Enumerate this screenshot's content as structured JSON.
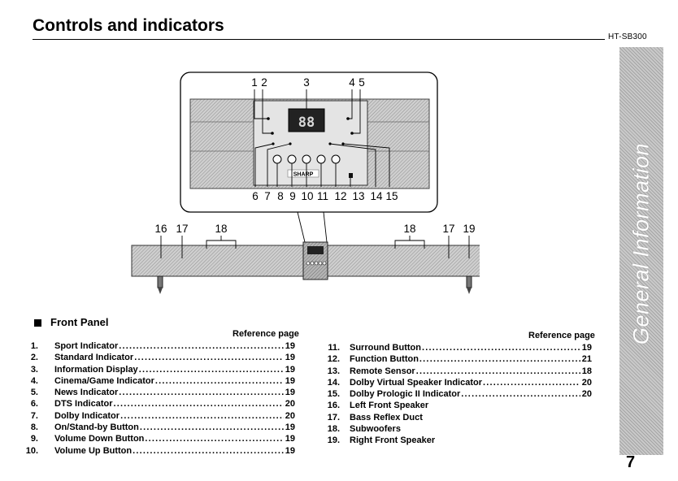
{
  "header": {
    "title": "Controls and indicators",
    "model": "HT-SB300"
  },
  "side_tab": {
    "label": "General Information"
  },
  "page_number": "7",
  "diagram": {
    "callouts_top": [
      "1",
      "2",
      "3",
      "4",
      "5"
    ],
    "callouts_bottom": [
      "6",
      "7",
      "8",
      "9",
      "10",
      "11",
      "12",
      "13",
      "14",
      "15"
    ],
    "callouts_bar": [
      "16",
      "17",
      "18",
      "18",
      "17",
      "19"
    ],
    "display_digits": "88",
    "brand": "SHARP"
  },
  "front_panel": {
    "heading": "Front Panel",
    "reference_header": "Reference page",
    "items_left": [
      {
        "num": "1.",
        "label": "Sport Indicator",
        "page": "19"
      },
      {
        "num": "2.",
        "label": "Standard Indicator",
        "page": "19"
      },
      {
        "num": "3.",
        "label": "Information Display",
        "page": "19"
      },
      {
        "num": "4.",
        "label": "Cinema/Game Indicator",
        "page": "19"
      },
      {
        "num": "5.",
        "label": "News Indicator",
        "page": "19"
      },
      {
        "num": "6.",
        "label": "DTS Indicator",
        "page": "20"
      },
      {
        "num": "7.",
        "label": "Dolby Indicator",
        "page": "20"
      },
      {
        "num": "8.",
        "label": "On/Stand-by Button",
        "page": "19"
      },
      {
        "num": "9.",
        "label": "Volume Down Button",
        "page": "19"
      },
      {
        "num": "10.",
        "label": "Volume Up Button",
        "page": "19"
      }
    ],
    "items_right": [
      {
        "num": "11.",
        "label": "Surround Button",
        "page": "19"
      },
      {
        "num": "12.",
        "label": "Function Button",
        "page": "21"
      },
      {
        "num": "13.",
        "label": "Remote Sensor",
        "page": "18"
      },
      {
        "num": "14.",
        "label": "Dolby Virtual Speaker Indicator",
        "page": "20"
      },
      {
        "num": "15.",
        "label": "Dolby Prologic II Indicator",
        "page": "20"
      },
      {
        "num": "16.",
        "label": "Left Front Speaker",
        "page": ""
      },
      {
        "num": "17.",
        "label": "Bass Reflex Duct",
        "page": ""
      },
      {
        "num": "18.",
        "label": "Subwoofers",
        "page": ""
      },
      {
        "num": "19.",
        "label": "Right Front Speaker",
        "page": ""
      }
    ]
  }
}
